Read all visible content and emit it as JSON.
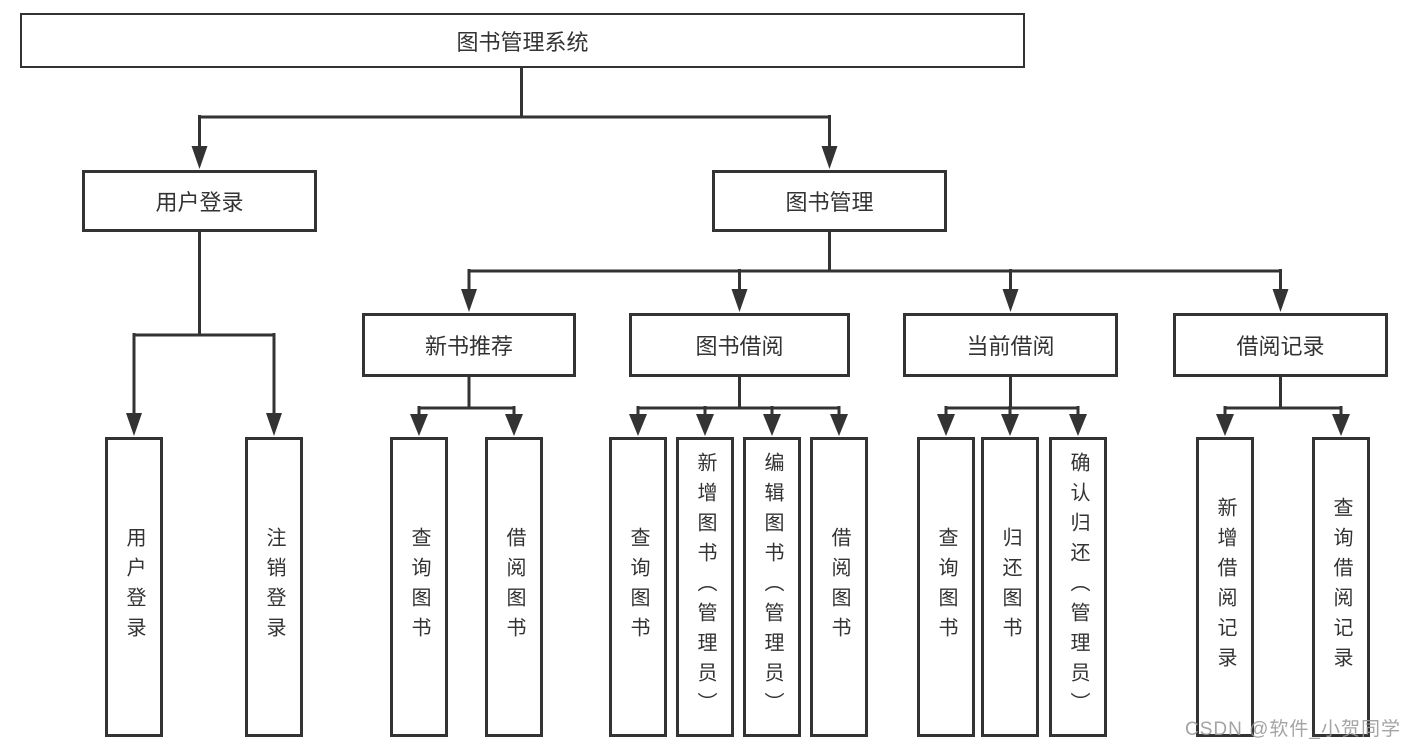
{
  "diagram": {
    "root": {
      "label": "图书管理系统"
    },
    "user_login": {
      "label": "用户登录",
      "children": [
        {
          "label": "用户登录"
        },
        {
          "label": "注销登录"
        }
      ]
    },
    "book_management": {
      "label": "图书管理",
      "sections": [
        {
          "label": "新书推荐",
          "children": [
            {
              "label": "查询图书"
            },
            {
              "label": "借阅图书"
            }
          ]
        },
        {
          "label": "图书借阅",
          "children": [
            {
              "label": "查询图书"
            },
            {
              "label": "新增图书（管理员）"
            },
            {
              "label": "编辑图书（管理员）"
            },
            {
              "label": "借阅图书"
            }
          ]
        },
        {
          "label": "当前借阅",
          "children": [
            {
              "label": "查询图书"
            },
            {
              "label": "归还图书"
            },
            {
              "label": "确认归还（管理员）"
            }
          ]
        },
        {
          "label": "借阅记录",
          "children": [
            {
              "label": "新增借阅记录"
            },
            {
              "label": "查询借阅记录"
            }
          ]
        }
      ]
    }
  },
  "watermark": {
    "text": "CSDN @软件_小贺同学"
  },
  "colors": {
    "line": "#333333",
    "box_border": "#333333",
    "text": "#333333",
    "watermark": "#9a9a9a",
    "background": "#ffffff"
  }
}
